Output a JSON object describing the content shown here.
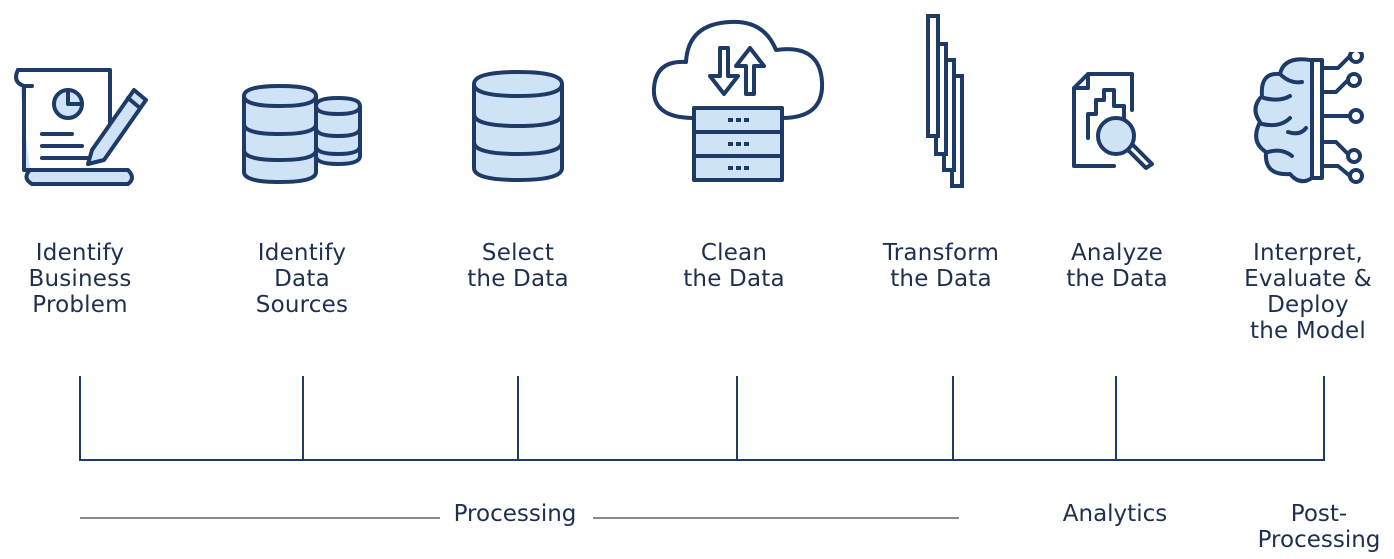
{
  "steps": [
    {
      "label": "Identify\nBusiness\nProblem",
      "icon": "document-chart-pencil-icon"
    },
    {
      "label": "Identify\nData\nSources",
      "icon": "databases-icon"
    },
    {
      "label": "Select\nthe Data",
      "icon": "database-icon"
    },
    {
      "label": "Clean\nthe Data",
      "icon": "cloud-server-sync-icon"
    },
    {
      "label": "Transform\nthe Data",
      "icon": "stacked-layers-icon"
    },
    {
      "label": "Analyze\nthe Data",
      "icon": "document-magnifier-icon"
    },
    {
      "label": "Interpret,\nEvaluate &\nDeploy\nthe Model",
      "icon": "brain-circuit-icon"
    }
  ],
  "phases": [
    {
      "label": "Processing"
    },
    {
      "label": "Analytics"
    },
    {
      "label": "Post-\nProcessing"
    }
  ],
  "colors": {
    "stroke": "#1e3a66",
    "fill": "#cfe3f7",
    "text": "#1e3050",
    "rule": "#8a8a8a"
  }
}
